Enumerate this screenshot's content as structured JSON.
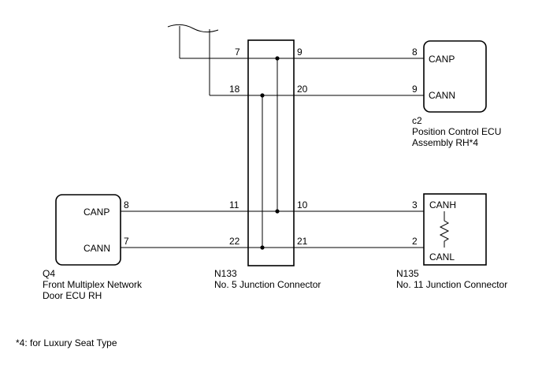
{
  "junction_n133": {
    "code": "N133",
    "name": "No. 5 Junction Connector",
    "pins": {
      "p7": "7",
      "p18": "18",
      "p11": "11",
      "p22": "22",
      "p9": "9",
      "p20": "20",
      "p10": "10",
      "p21": "21"
    }
  },
  "ecu_c2": {
    "code": "c2",
    "name_line1": "Position Control ECU",
    "name_line2": "Assembly RH*4",
    "pin_canp": "8",
    "pin_cann": "9",
    "label_canp": "CANP",
    "label_cann": "CANN"
  },
  "ecu_q4": {
    "code": "Q4",
    "name_line1": "Front Multiplex Network",
    "name_line2": "Door ECU RH",
    "pin_canp": "8",
    "pin_cann": "7",
    "label_canp": "CANP",
    "label_cann": "CANN"
  },
  "junction_n135": {
    "code": "N135",
    "name": "No. 11 Junction Connector",
    "pin_canh": "3",
    "pin_canl": "2",
    "label_canh": "CANH",
    "label_canl": "CANL"
  },
  "footnote": "*4: for Luxury Seat Type"
}
